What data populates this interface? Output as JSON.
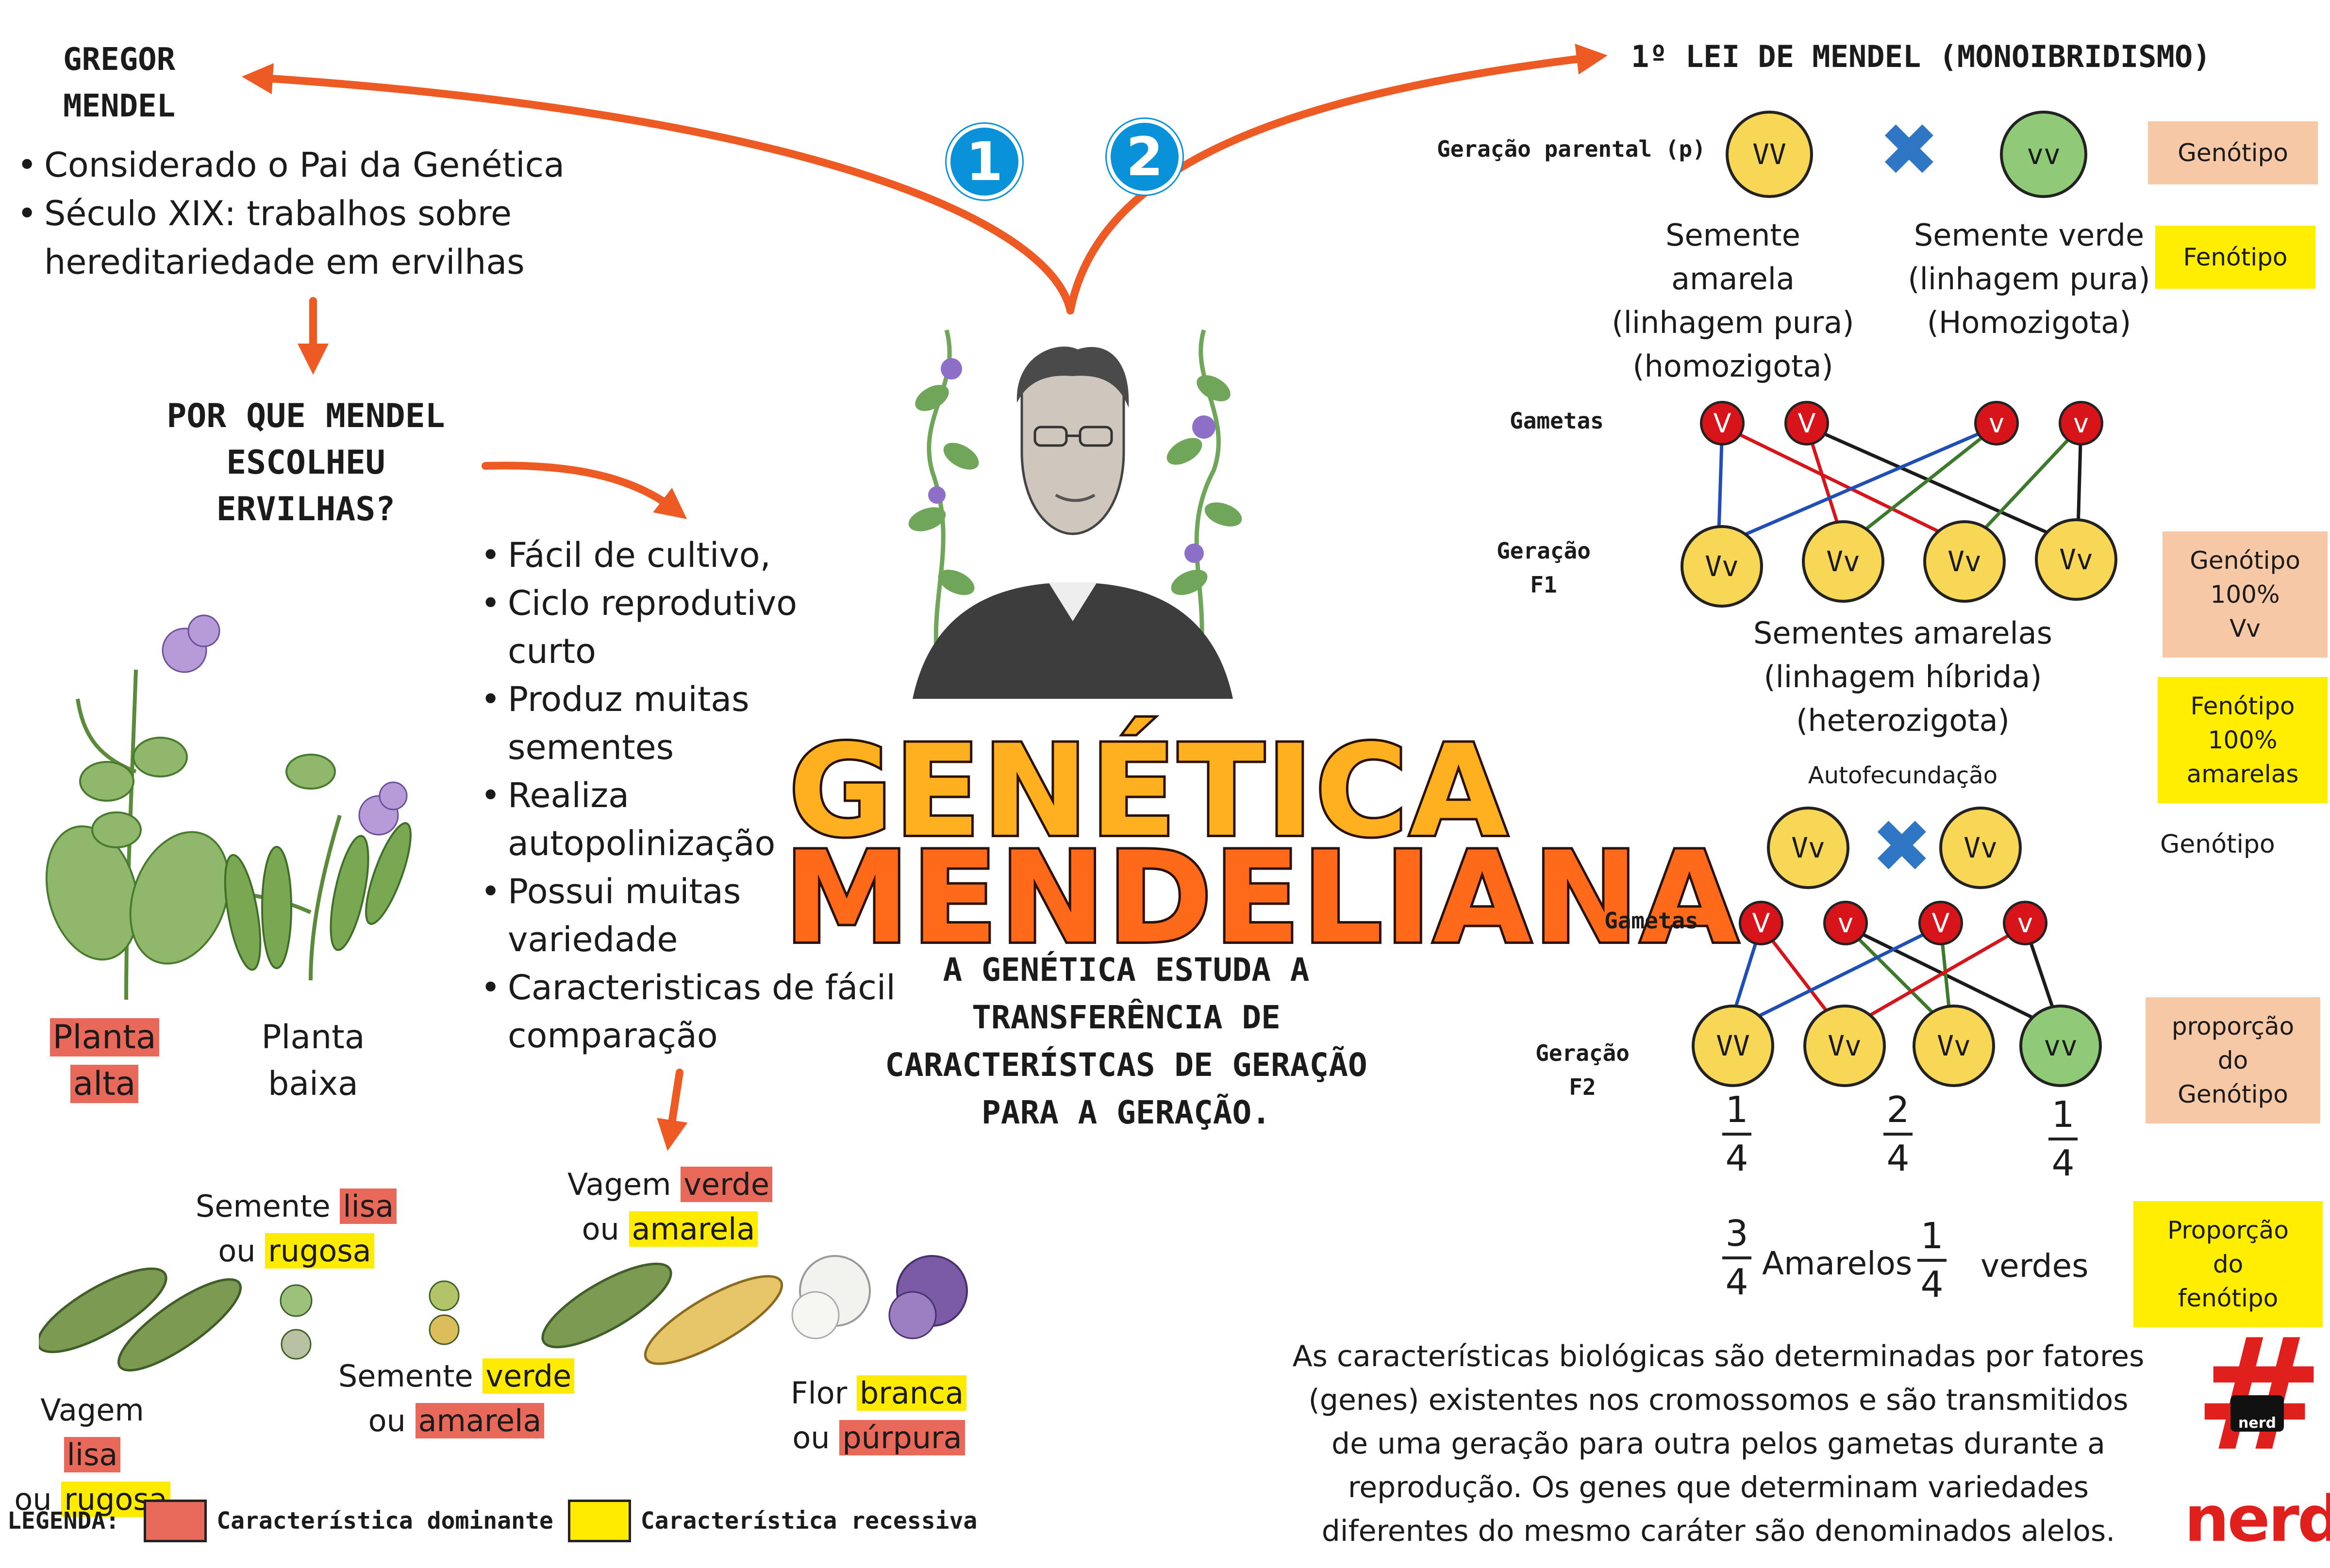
{
  "title": {
    "line1": "GENÉTICA",
    "line2": "MENDELIANA"
  },
  "step_numbers": [
    "1",
    "2"
  ],
  "definition": [
    "A GENÉTICA ESTUDA A",
    "TRANSFERÊNCIA DE",
    "CARACTERÍSTCAS DE GERAÇÃO",
    "PARA A GERAÇÃO."
  ],
  "mendel": {
    "heading_line1": "GREGOR",
    "heading_line2": "MENDEL",
    "bullets": [
      "Considerado o Pai da Genética",
      "Século XIX: trabalhos sobre",
      "hereditariedade em ervilhas"
    ]
  },
  "why": {
    "question": [
      "POR QUE MENDEL",
      "ESCOLHEU",
      "ERVILHAS?"
    ],
    "reasons": [
      [
        "Fácil de cultivo,"
      ],
      [
        "Ciclo reprodutivo",
        "curto"
      ],
      [
        "Produz muitas",
        "sementes"
      ],
      [
        "Realiza",
        "autopolinização"
      ],
      [
        "Possui muitas",
        "variedade"
      ],
      [
        "Caracteristicas de fácil",
        "comparação"
      ]
    ]
  },
  "traits": {
    "plant_tall": [
      "Planta",
      "alta"
    ],
    "plant_short": [
      "Planta",
      "baixa"
    ],
    "seed_shape": {
      "prefix": "Semente",
      "dominant": "lisa",
      "or": "ou",
      "recessive": "rugosa"
    },
    "pod_color": {
      "prefix": "Vagem",
      "dominant": "verde",
      "or": "ou",
      "recessive": "amarela"
    },
    "pod_shape": {
      "prefix": "Vagem",
      "dominant": "lisa",
      "or": "ou",
      "recessive": "rugosa"
    },
    "seed_color": {
      "prefix": "Semente",
      "dominant": "verde",
      "or": "ou",
      "recessive": "amarela"
    },
    "flower_color": {
      "prefix": "Flor",
      "dominant": "branca",
      "or": "ou",
      "recessive": "púrpura"
    }
  },
  "legend": {
    "label": "LEGENDA:",
    "dominant": "Característica dominante",
    "recessive": "Característica recessiva"
  },
  "colors": {
    "dominant": "#e8685a",
    "recessive": "#ffeb00",
    "arrow": "#ee5a24",
    "yellow_seed": "#f8d656",
    "green_seed": "#8fcb76",
    "gamete": "#d7141a"
  },
  "law": {
    "title": "1º LEI DE MENDEL (MONOIBRIDISMO)",
    "parental_label": "Geração parental (p)",
    "parent1": "VV",
    "parent2": "vv",
    "parent1_desc": [
      "Semente",
      "amarela",
      "(linhagem pura)",
      "(homozigota)"
    ],
    "parent2_desc": [
      "Semente  verde",
      "(linhagem pura)",
      "(Homozigota)"
    ],
    "box_genotype": "Genótipo",
    "box_phenotype": "Fenótipo",
    "gametes_label": "Gametas",
    "gametes1": [
      "V",
      "V",
      "v",
      "v"
    ],
    "f1_label": [
      "Geração",
      "F1"
    ],
    "f1": [
      "Vv",
      "Vv",
      "Vv",
      "Vv"
    ],
    "f1_desc": [
      "Sementes  amarelas",
      "(linhagem híbrida)",
      "(heterozigota)"
    ],
    "f1_genotype_box": [
      "Genótipo",
      "100%",
      "Vv"
    ],
    "f1_phenotype_box": [
      "Fenótipo",
      "100%",
      "amarelas"
    ],
    "selfing_label": "Autofecundação",
    "self1": "Vv",
    "self2": "Vv",
    "selfing_genotype": "Genótipo",
    "gametes2": [
      "V",
      "v",
      "V",
      "v"
    ],
    "f2_label": [
      "Geração",
      "F2"
    ],
    "f2": [
      "VV",
      "Vv",
      "Vv",
      "vv"
    ],
    "f2_fractions": [
      {
        "num": "1",
        "den": "4"
      },
      {
        "num": "2",
        "den": "4"
      },
      {
        "num": "1",
        "den": "4"
      }
    ],
    "genotype_ratio_box": [
      "proporção",
      "do",
      "Genótipo"
    ],
    "phenotype_ratio": {
      "yellow_num": "3",
      "yellow_den": "4",
      "yellow_label": "Amarelos",
      "green_num": "1",
      "green_den": "4",
      "green_label": "verdes"
    },
    "phenotype_ratio_box": [
      "Proporção",
      "do",
      "fenótipo"
    ]
  },
  "conclusion": [
    "As características biológicas são determinadas por fatores",
    "(genes) existentes nos cromossomos e são transmitidos",
    "de uma geração para outra pelos gametas durante a",
    "reprodução. Os genes que determinam variedades",
    "diferentes do mesmo caráter são denominados alelos."
  ],
  "logo": {
    "hash": "#",
    "badge": "nerd",
    "word": "nerd"
  }
}
